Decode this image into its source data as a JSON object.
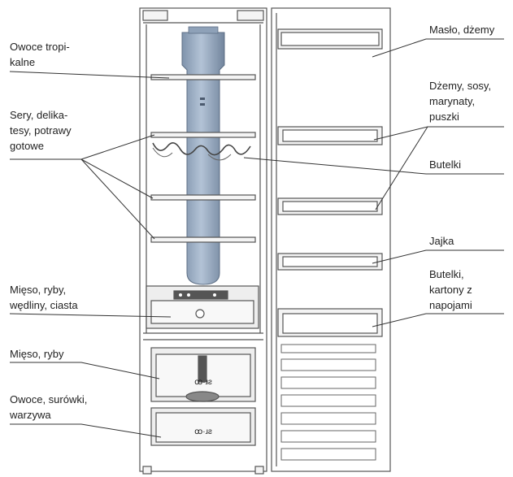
{
  "labels": {
    "tropical": [
      "Owoce tropi-",
      "kalne"
    ],
    "cheese": [
      "Sery, delika-",
      "tesy, potrawy",
      "gotowe"
    ],
    "deli": [
      "Mięso, ryby,",
      "wędliny, ciasta"
    ],
    "meat": [
      "Mięso, ryby"
    ],
    "fruit": [
      "Owoce, surówki,",
      "warzywa"
    ],
    "butter": [
      "Masło, dżemy"
    ],
    "jams": [
      "Dżemy, sosy,",
      "marynaty,",
      "puszki"
    ],
    "bottles": [
      "Butelki"
    ],
    "eggs": [
      "Jajka"
    ],
    "bottles_cartons": [
      "Butelki,",
      "kartony z",
      "napojami"
    ]
  },
  "drawer_mark": "ꝏ·ɹƨ",
  "colors": {
    "line": "#333333",
    "outline": "#555555",
    "air_column": "#9aaec4",
    "air_column_dark": "#6f8199",
    "drawer_fill": "#eeeeee",
    "panel_fill": "#f4f4f4"
  }
}
